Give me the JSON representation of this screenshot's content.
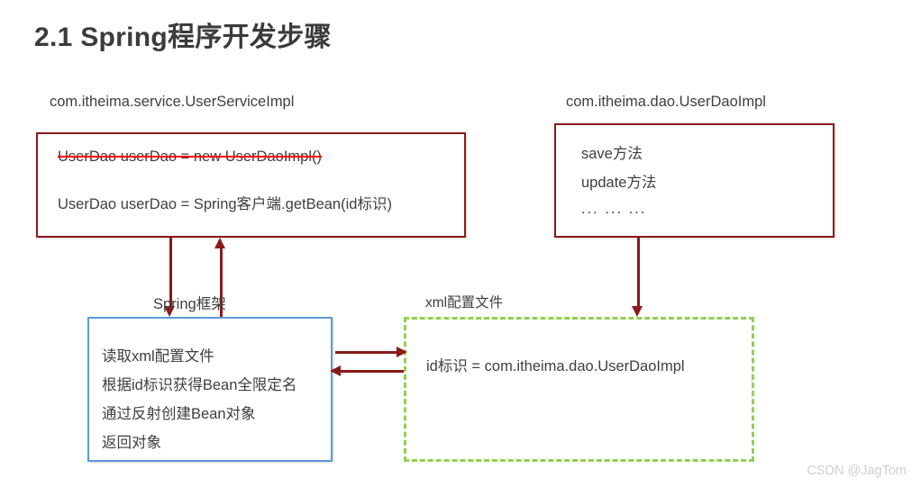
{
  "page": {
    "title": "2.1 Spring程序开发步骤",
    "watermark": "CSDN @JagTom",
    "background_color": "#ffffff",
    "text_color": "#3f3f3f"
  },
  "colors": {
    "red_box_border": "#8b1a1a",
    "blue_box_border": "#5b9bd5",
    "green_box_border": "#92d050",
    "arrow": "#8b1a1a",
    "strikethrough": "#ff0000",
    "watermark": "#cfcfcf"
  },
  "captions": {
    "service": "com.itheima.service.UserServiceImpl",
    "dao": "com.itheima.dao.UserDaoImpl",
    "xml": "xml配置文件",
    "spring": "Spring框架"
  },
  "boxes": {
    "service": {
      "name": "UserServiceImpl",
      "border_color": "#8b1a1a",
      "lines": [
        {
          "text": "UserDao userDao = new UserDaoImpl()",
          "strikethrough": true
        },
        {
          "text": "UserDao userDao = Spring客户端.getBean(id标识)",
          "strikethrough": false
        }
      ]
    },
    "dao": {
      "name": "UserDaoImpl",
      "border_color": "#8b1a1a",
      "lines": [
        {
          "text": "save方法"
        },
        {
          "text": "update方法"
        },
        {
          "text": "... ... ..."
        }
      ]
    },
    "spring": {
      "name": "Spring框架",
      "border_color": "#5b9bd5",
      "lines": [
        {
          "text": "读取xml配置文件"
        },
        {
          "text": "根据id标识获得Bean全限定名"
        },
        {
          "text": "通过反射创建Bean对象"
        },
        {
          "text": "返回对象"
        }
      ]
    },
    "xml": {
      "name": "xml配置文件",
      "border_color": "#92d050",
      "border_style": "dashed",
      "lines": [
        {
          "text": "id标识 = com.itheima.dao.UserDaoImpl"
        }
      ]
    }
  },
  "arrows": [
    {
      "id": "service-to-spring",
      "direction": "down",
      "from": "service",
      "to": "spring"
    },
    {
      "id": "spring-to-service",
      "direction": "up",
      "from": "spring",
      "to": "service"
    },
    {
      "id": "dao-to-xml",
      "direction": "down",
      "from": "dao",
      "to": "xml"
    },
    {
      "id": "spring-to-xml",
      "direction": "right",
      "from": "spring",
      "to": "xml"
    },
    {
      "id": "xml-to-spring",
      "direction": "left",
      "from": "xml",
      "to": "spring"
    }
  ]
}
